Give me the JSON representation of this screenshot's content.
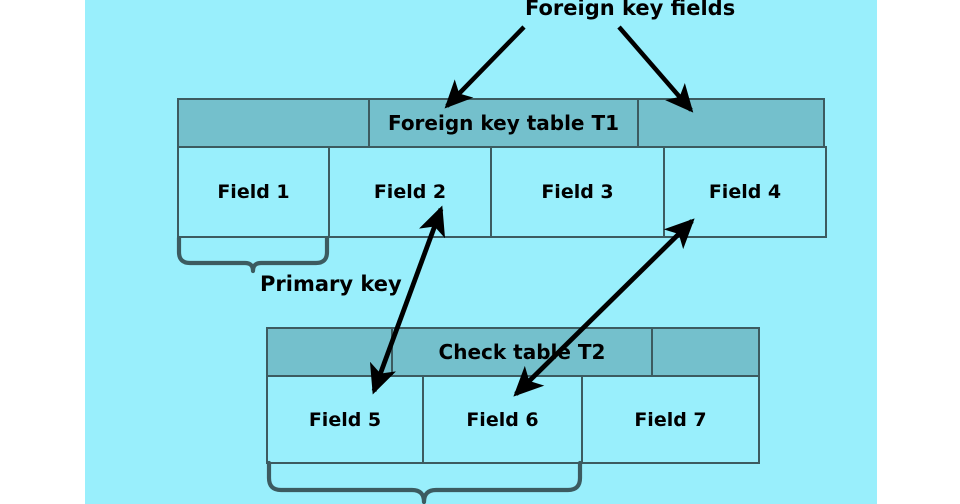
{
  "diagram": {
    "title": "Foreign key relationship between table T1 and check table T2",
    "background_color": "#99effc",
    "header_cell_color": "#74c0cc",
    "field_cell_color": "#99effc",
    "border_color": "#3c5b60",
    "text_color": "#000000"
  },
  "labels": {
    "foreign_key_fields": "Foreign key fields",
    "primary_key": "Primary key"
  },
  "tables": [
    {
      "id": "T1",
      "header": {
        "left_blank": "",
        "title": "Foreign key table T1",
        "right_blank": ""
      },
      "fields": [
        "Field 1",
        "Field 2",
        "Field 3",
        "Field 4"
      ]
    },
    {
      "id": "T2",
      "header": {
        "left_blank": "",
        "title": "Check table   T2",
        "right_blank": ""
      },
      "fields": [
        "Field 5",
        "Field 6",
        "Field 7"
      ]
    }
  ],
  "connectors": [
    {
      "name": "foreign-key-fields-to-field2-header",
      "style": "single-arrow",
      "from": "Foreign key fields",
      "to": "T1 header above Field 2"
    },
    {
      "name": "foreign-key-fields-to-field4-header",
      "style": "single-arrow",
      "from": "Foreign key fields",
      "to": "T1 header above Field 4"
    },
    {
      "name": "field2-to-field5",
      "style": "double-arrow",
      "from": "Field 2",
      "to": "Field 5"
    },
    {
      "name": "field4-to-field6",
      "style": "double-arrow",
      "from": "Field 4",
      "to": "Field 6"
    }
  ],
  "braces": [
    {
      "name": "primary-key-brace",
      "spans": [
        "Field 1"
      ],
      "label": "Primary key"
    },
    {
      "name": "check-table-key-brace",
      "spans": [
        "Field 5",
        "Field 6"
      ],
      "label": ""
    }
  ]
}
